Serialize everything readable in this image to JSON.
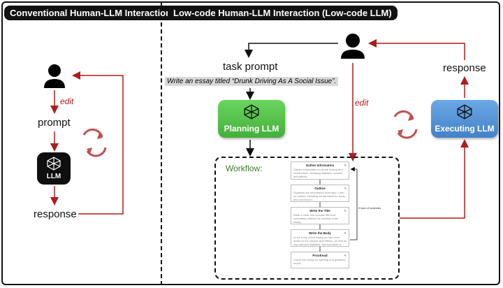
{
  "left_panel": {
    "title": "Conventional Human-LLM Interaction",
    "edit_label": "edit",
    "prompt_label": "prompt",
    "llm_label": "LLM",
    "response_label": "response"
  },
  "right_panel": {
    "title": "Low-code Human-LLM Interaction (Low-code LLM)",
    "task_prompt_label": "task prompt",
    "task_prompt_text": "Write an essay titled “Drunk Driving As A Social Issue”.",
    "planning_llm_label": "Planning LLM",
    "executing_llm_label": "Executing LLM",
    "edit_label": "edit",
    "response_label": "response",
    "workflow": {
      "label": "Workflow:",
      "steps": [
        {
          "title": "Gather Information",
          "desc": "Gather information on drunk driving as a social issue, including statistics, causes, and effects."
        },
        {
          "title": "Outline",
          "desc": "Organize the information from step 1 into an outline, including an introduction, body, and conclusion."
        },
        {
          "title": "Write the Title",
          "desc": "Write a clear and concise title that accurately reflects the content of the essay."
        },
        {
          "title": "Write the Body",
          "desc": "In the body of the essay, go into more detail on the causes and effects, as well as any relevant statistics, and solutions or examples."
        },
        {
          "title": "Proofread",
          "desc": "Check the essay for spelling and grammar errors."
        }
      ],
      "loop_label": "If lack of materials"
    }
  },
  "colors": {
    "accent_red": "#b01c1c",
    "planning_green": "#44b03b",
    "executing_blue": "#4382c8",
    "workflow_green": "#3d7d27"
  }
}
